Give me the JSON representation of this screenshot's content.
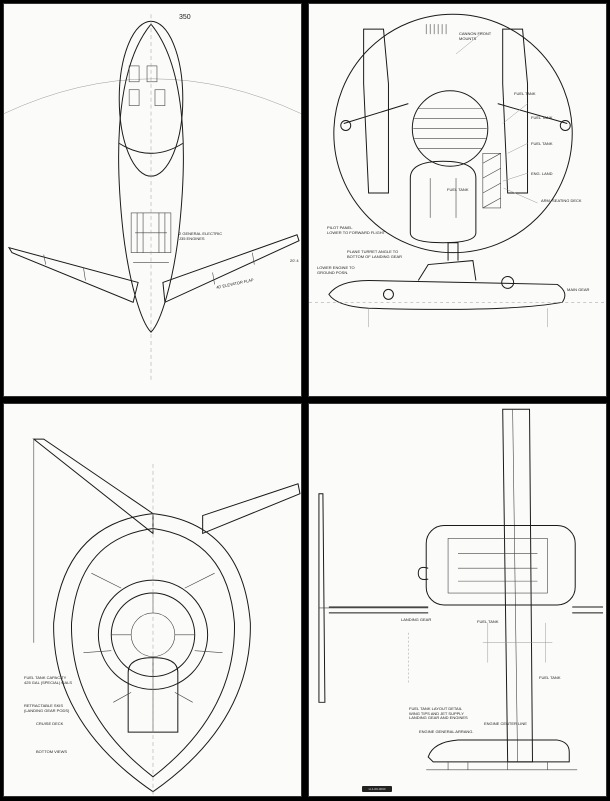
{
  "panels": {
    "top_left": {
      "figure_number": "350",
      "note_center": "2 GENERAL ELECTRIC\nJ35 ENGINES",
      "note_right": "40' ELEVATOR FLAP",
      "note_edge": "20'.4"
    },
    "top_right": {
      "notes": [
        "CANNON FRONT\nMOUNTS",
        "FUEL TANK",
        "FUEL TANK",
        "FUEL TANK",
        "FUEL TANK",
        "ARM. SEATING DECK",
        "ENG. LAND",
        "PILOT PANEL\nLOWER TO FORWARD FLIGHT",
        "PLANE TURRET ANGLE TO\nBOTTOM OF LANDING GEAR",
        "LOWER ENGINE TO\nGROUND POSN.",
        "MAIN GEAR"
      ]
    },
    "bottom_left": {
      "notes": [
        "FUEL TANK CAPACITY\n425 GAL (SPECIAL) GALS",
        "RETRACTABLE SKIS\n(LANDING GEAR PODS)",
        "CRUISE DECK",
        "BOTTOM VIEWS"
      ]
    },
    "bottom_right": {
      "notes": [
        "LANDING GEAR",
        "FUEL TANK",
        "FUEL TANK",
        "FUEL TANK LAYOUT DETAIL\nWING TIPS AND JET SUPPLY\nLANDING GEAR AND ENGINES",
        "ENGINE GENERAL ARRANG.",
        "ENGINE CENTER LINE"
      ],
      "tag": "H-1-00-0000"
    }
  }
}
